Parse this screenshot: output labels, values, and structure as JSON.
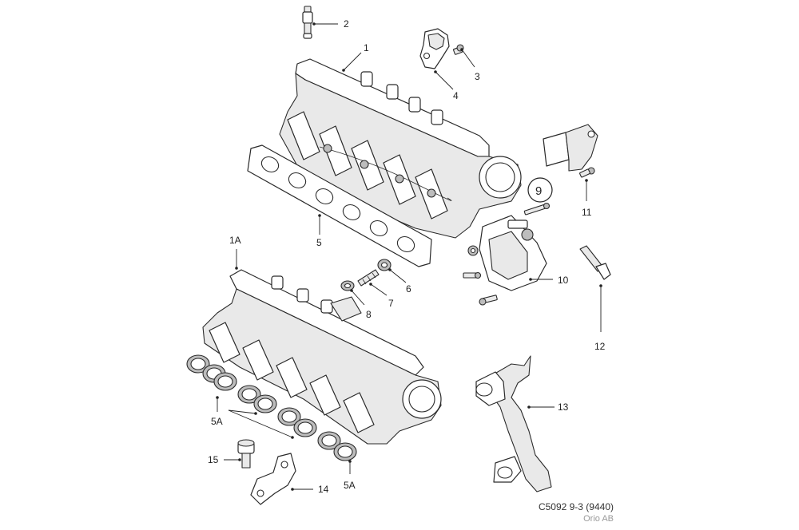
{
  "callouts": {
    "c1": "1",
    "c1a": "1A",
    "c2": "2",
    "c3": "3",
    "c4": "4",
    "c5": "5",
    "c5a_left": "5A",
    "c5a_bottom": "5A",
    "c6": "6",
    "c7": "7",
    "c8": "8",
    "c9": "9",
    "c10": "10",
    "c11": "11",
    "c12": "12",
    "c13": "13",
    "c14": "14",
    "c15": "15"
  },
  "caption": {
    "code": "C5092 9-3 (9440)",
    "organization": "Orio AB"
  }
}
